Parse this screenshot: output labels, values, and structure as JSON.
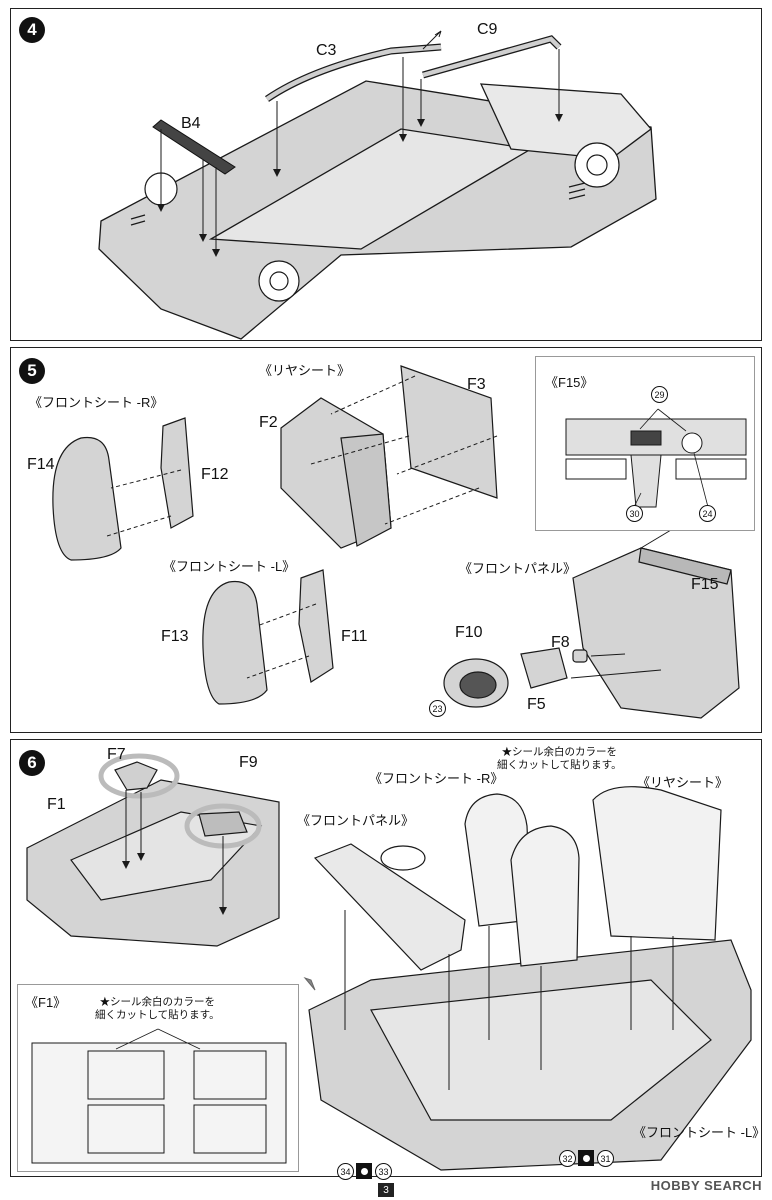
{
  "steps": {
    "s4": {
      "number": "4",
      "labels": {
        "c3": "C3",
        "c9": "C9",
        "b4": "B4"
      }
    },
    "s5": {
      "number": "5",
      "headers": {
        "front_seat_r": "《フロントシート -R》",
        "rear_seat": "《リヤシート》",
        "front_seat_l": "《フロントシート -L》",
        "front_panel": "《フロントパネル》",
        "f15_inset": "《F15》"
      },
      "labels": {
        "f14": "F14",
        "f12": "F12",
        "f2": "F2",
        "f3": "F3",
        "f13": "F13",
        "f11": "F11",
        "f10": "F10",
        "f8": "F8",
        "f5": "F5",
        "f15": "F15"
      },
      "decals": {
        "d29": "29",
        "d30": "30",
        "d24": "24",
        "d23": "23"
      }
    },
    "s6": {
      "number": "6",
      "labels": {
        "f7": "F7",
        "f9": "F9",
        "f1": "F1"
      },
      "headers": {
        "front_seat_r": "《フロントシート -R》",
        "rear_seat": "《リヤシート》",
        "front_panel": "《フロントパネル》",
        "front_seat_l": "《フロントシート -L》",
        "f1_inset": "《F1》"
      },
      "notes": {
        "sticker_note_line1": "★シール余白のカラーを",
        "sticker_note_line2": "細くカットして貼ります。"
      },
      "decals": {
        "d34": "34",
        "d33": "33",
        "d32": "32",
        "d31": "31"
      }
    }
  },
  "footer": {
    "page_number": "3",
    "watermark": "HOBBY SEARCH"
  },
  "colors": {
    "part_fill": "#d4d4d4",
    "line": "#1a1a1a",
    "background": "#ffffff"
  }
}
